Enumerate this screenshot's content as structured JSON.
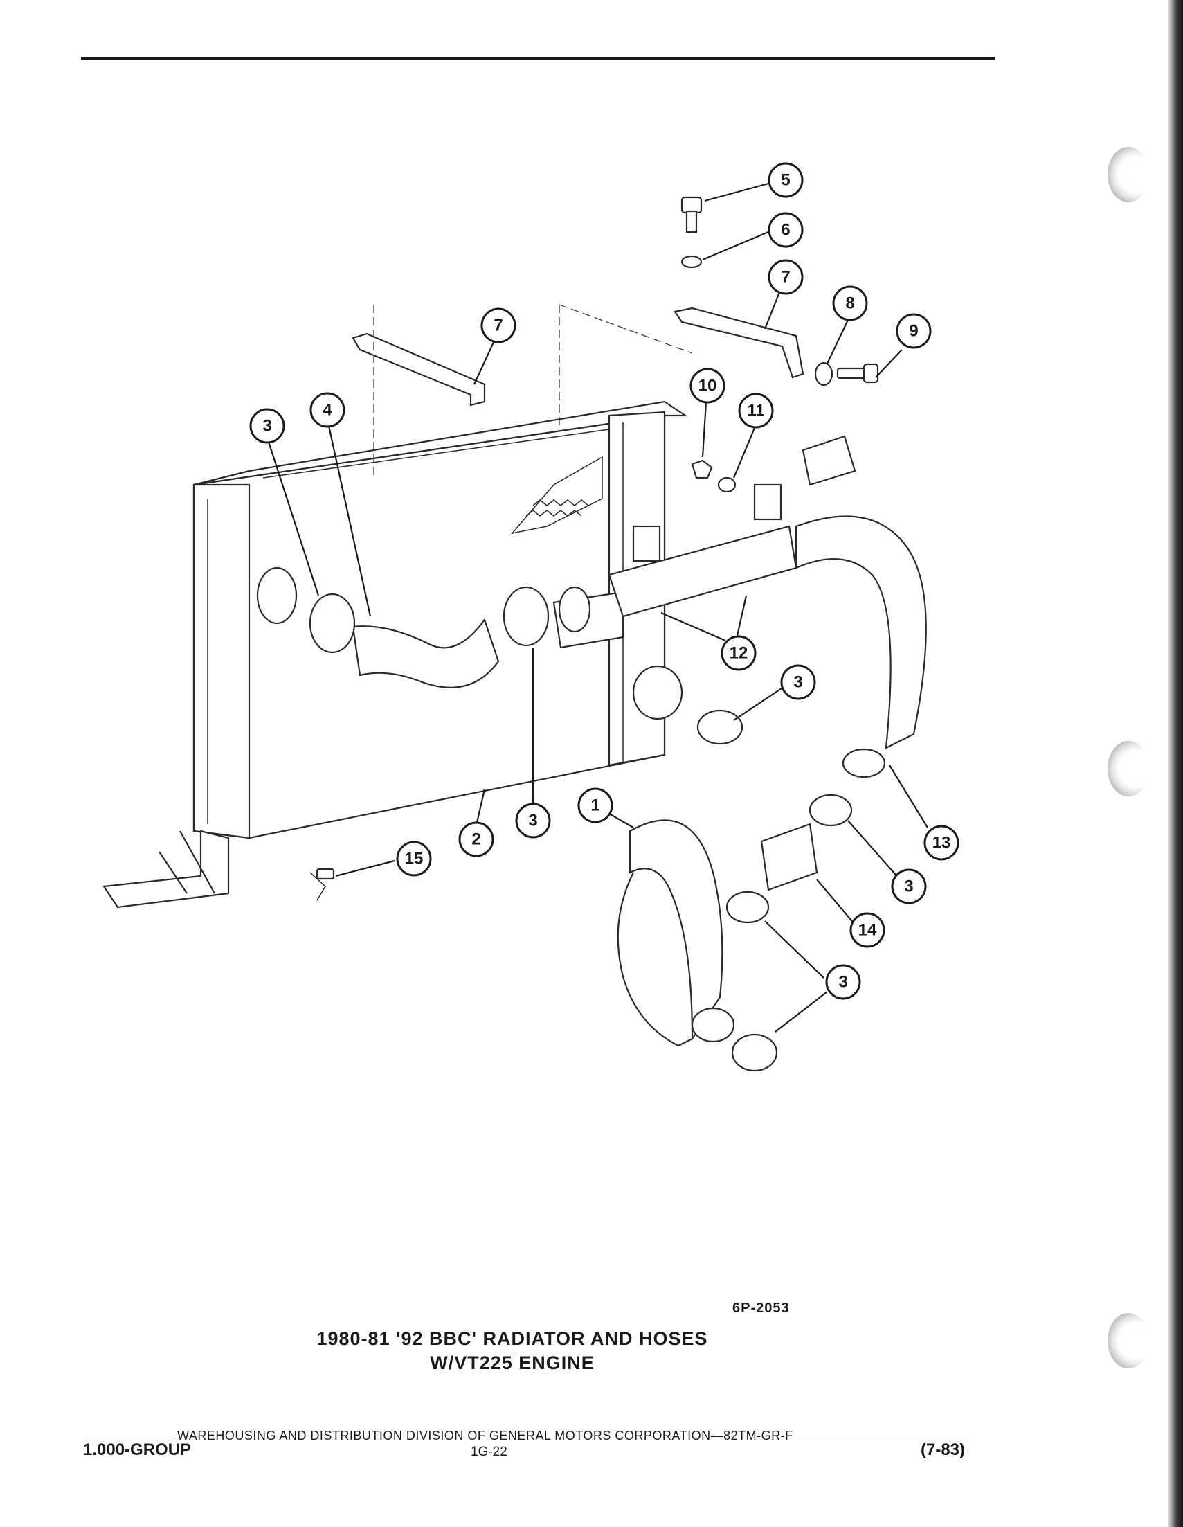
{
  "figure": {
    "code": "6P-2053",
    "title_line1": "1980-81 '92 BBC' RADIATOR AND HOSES",
    "title_line2": "W/VT225 ENGINE"
  },
  "callouts": [
    "5",
    "6",
    "7",
    "7",
    "8",
    "9",
    "10",
    "11",
    "3",
    "4",
    "12",
    "3",
    "1",
    "2",
    "3",
    "13",
    "15",
    "3",
    "14",
    "3"
  ],
  "footer": {
    "division": "WAREHOUSING AND DISTRIBUTION  DIVISION OF GENERAL MOTORS CORPORATION—82TM-GR-F",
    "left": "1.000-GROUP",
    "center": "1G-22",
    "right": "(7-83)"
  }
}
